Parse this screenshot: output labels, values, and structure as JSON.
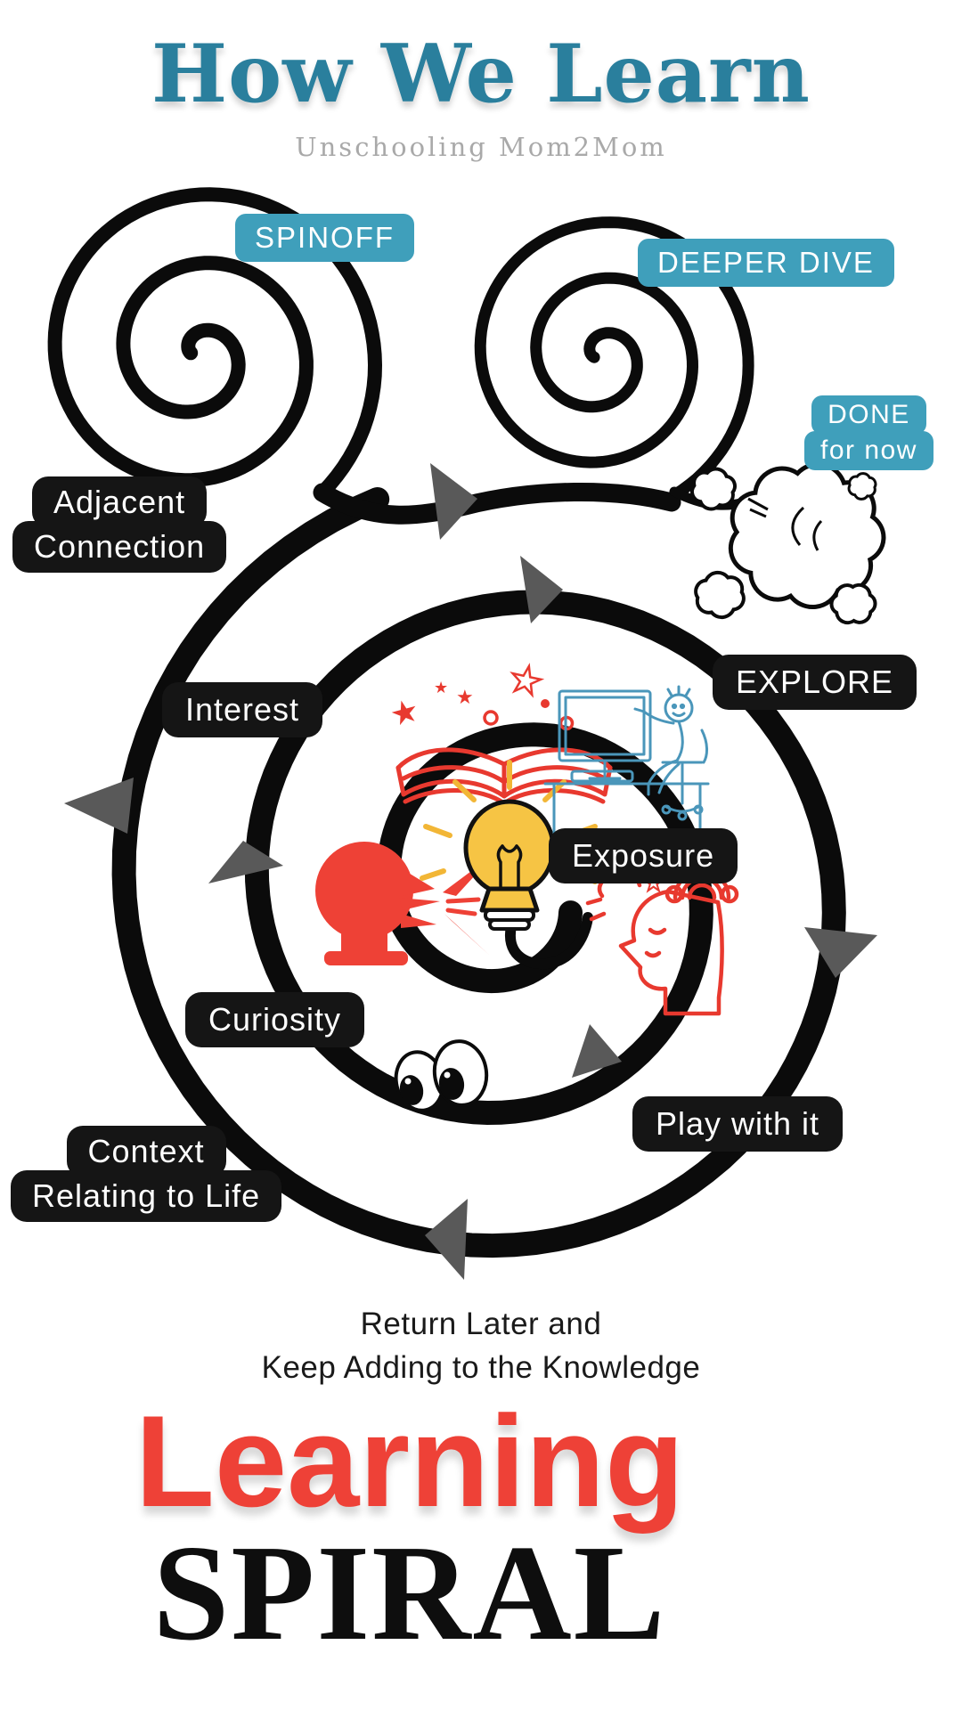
{
  "header": {
    "title": "How We Learn",
    "subtitle": "Unschooling Mom2Mom"
  },
  "labels": {
    "spinoff": "SPINOFF",
    "deeper_dive": "DEEPER DIVE",
    "done": {
      "line1": "DONE",
      "line2": "for now"
    },
    "adjacent": {
      "line1": "Adjacent",
      "line2": "Connection"
    },
    "interest": "Interest",
    "explore": "EXPLORE",
    "exposure": "Exposure",
    "curiosity": "Curiosity",
    "play_with_it": "Play with it",
    "context": {
      "line1": "Context",
      "line2": "Relating to Life"
    }
  },
  "footer": {
    "note_line1": "Return Later and",
    "note_line2": "Keep Adding to the Knowledge",
    "title_word1": "Learning",
    "title_word2": "SPIRAL"
  },
  "colors": {
    "title_teal": "#2a7f9d",
    "teal_badge": "#3f9fbb",
    "black_badge": "#151515",
    "red_accent": "#ee4136",
    "bulb_yellow": "#f6c444",
    "sketch_blue": "#4a96ba",
    "arrow_gray": "#595959",
    "subtitle_gray": "#a9a9a9"
  },
  "icons": {
    "star_glyph": "★",
    "names": [
      "learning-spiral",
      "spinoff-spiral",
      "deeper-dive-spiral",
      "explosion-cloud",
      "open-book-icon",
      "sparkle-stars-icon",
      "talking-head-icon",
      "lightbulb-icon",
      "person-at-computer-icon",
      "open-mind-head-icon",
      "googly-eyes-icon",
      "direction-arrowhead"
    ]
  }
}
